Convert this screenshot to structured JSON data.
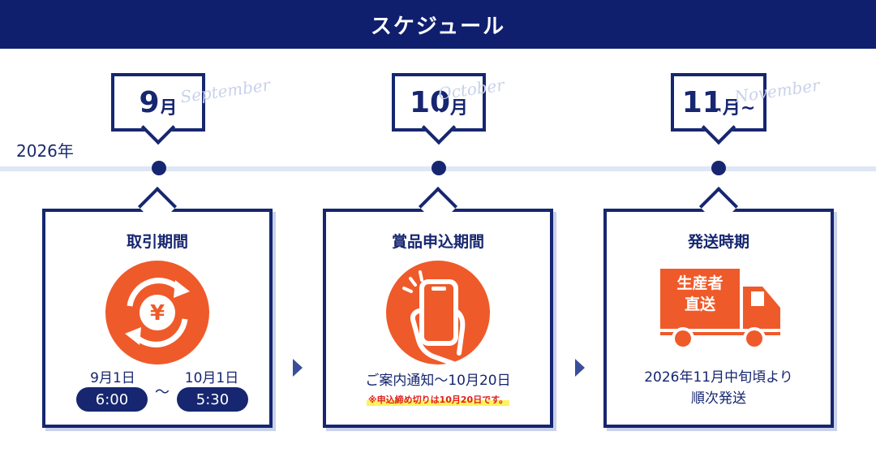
{
  "header": {
    "title": "スケジュール"
  },
  "timeline": {
    "year": "2026年"
  },
  "months": [
    {
      "num": "9",
      "suffix": "月",
      "script": "September"
    },
    {
      "num": "10",
      "suffix": "月",
      "script": "October"
    },
    {
      "num": "11",
      "suffix": "月~",
      "script": "November"
    }
  ],
  "cards": {
    "trade": {
      "title": "取引期間",
      "icon": "yen-cycle-icon",
      "start_date": "9月1日",
      "start_time": "6:00",
      "separator": "～",
      "end_date": "10月1日",
      "end_time": "5:30"
    },
    "application": {
      "title": "賞品申込期間",
      "icon": "smartphone-hand-icon",
      "text": "ご案内通知～10月20日",
      "note": "※申込締め切りは10月20日です。"
    },
    "shipping": {
      "title": "発送時期",
      "icon": "delivery-truck-icon",
      "truck_label_line1": "生産者",
      "truck_label_line2": "直送",
      "text_line1": "2026年11月中旬頃より",
      "text_line2": "順次発送"
    }
  },
  "colors": {
    "navy": "#162670",
    "header_navy": "#0f1f6e",
    "orange": "#ef5a2a",
    "note_red": "#e02020",
    "highlight_yellow": "#fff25c"
  }
}
